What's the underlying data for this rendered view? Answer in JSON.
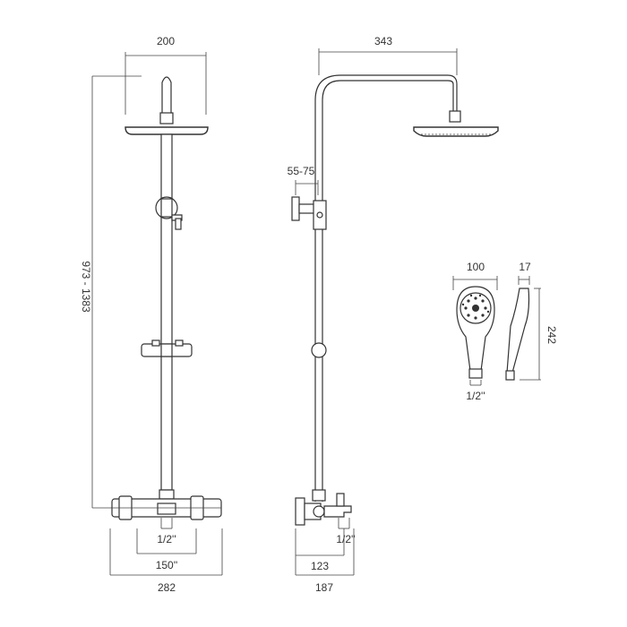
{
  "front_view": {
    "dims": {
      "head_width": "200",
      "height_range": "973 - 1383",
      "inlet_thread": "1/2''",
      "inlet_centres": "150''",
      "overall_width": "282"
    }
  },
  "side_view": {
    "dims": {
      "arm_projection": "343",
      "wall_offset": "55-75",
      "inlet_thread": "1/2''",
      "body_projection": "123",
      "overall_depth": "187"
    }
  },
  "handset_view": {
    "dims": {
      "head_diameter": "100",
      "thickness": "17",
      "length": "242",
      "inlet_thread": "1/2''"
    }
  },
  "colors": {
    "line": "#333333",
    "background": "#ffffff"
  }
}
